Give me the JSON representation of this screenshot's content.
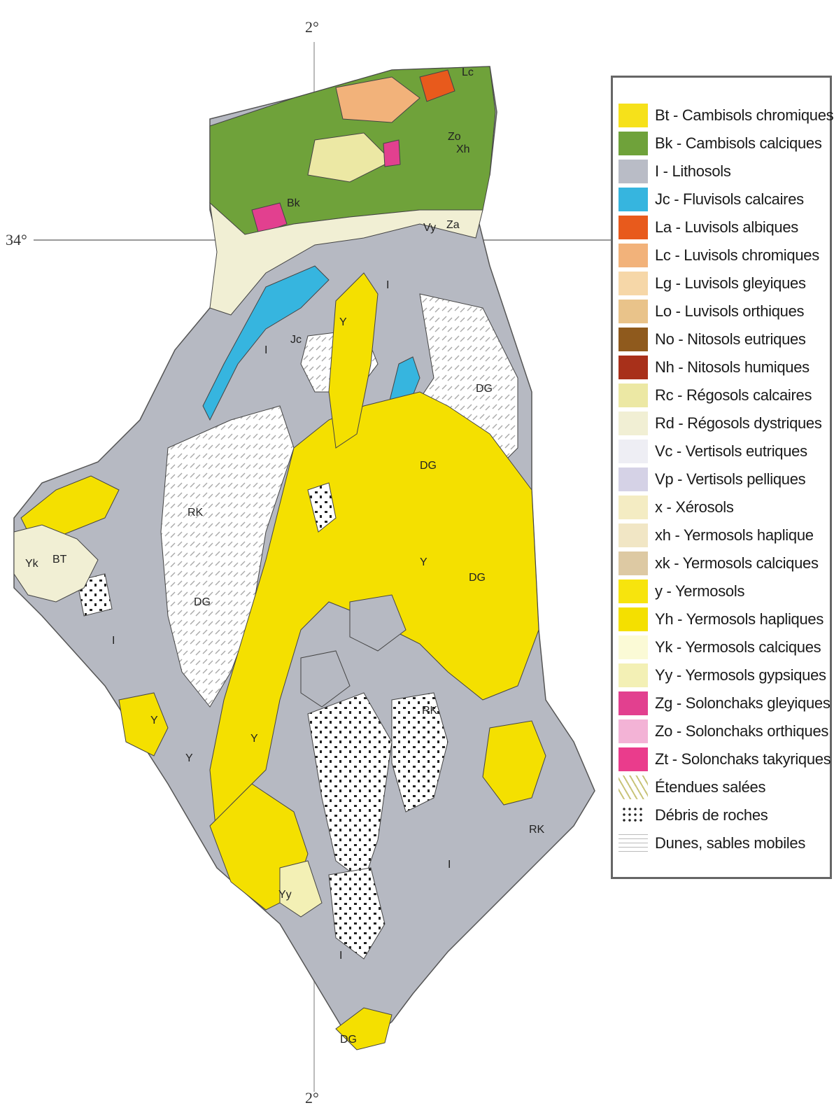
{
  "coordinates": {
    "top_meridian": "2°",
    "bottom_meridian": "2°",
    "parallel": "34°"
  },
  "map_labels": [
    "Y",
    "Y",
    "Y",
    "Y",
    "Y",
    "I",
    "I",
    "I",
    "I",
    "I",
    "DG",
    "DG",
    "DG",
    "DG",
    "Yk",
    "BT",
    "RK",
    "RK",
    "Vy",
    "Yy",
    "Za",
    "Xh",
    "Jc",
    "Bk",
    "Lc",
    "Zo",
    "RK",
    "DG"
  ],
  "legend": {
    "items": [
      {
        "code": "Bt",
        "label": "Bt - Cambisols chromiques",
        "color": "#f6e11a"
      },
      {
        "code": "Bk",
        "label": "Bk - Cambisols calciques",
        "color": "#6fa23a"
      },
      {
        "code": "I",
        "label": "I -    Lithosols",
        "color": "#b9bcc6"
      },
      {
        "code": "Jc",
        "label": "Jc - Fluvisols calcaires",
        "color": "#36b5df"
      },
      {
        "code": "La",
        "label": "La - Luvisols albiques",
        "color": "#e85a1c"
      },
      {
        "code": "Lc",
        "label": "Lc - Luvisols chromiques",
        "color": "#f2b27a"
      },
      {
        "code": "Lg",
        "label": "Lg - Luvisols gleyiques",
        "color": "#f6d7a8"
      },
      {
        "code": "Lo",
        "label": "Lo - Luvisols orthiques",
        "color": "#e9c38a"
      },
      {
        "code": "No",
        "label": "No - Nitosols eutriques",
        "color": "#8f5a1d"
      },
      {
        "code": "Nh",
        "label": "Nh - Nitosols humiques",
        "color": "#a8301a"
      },
      {
        "code": "Rc",
        "label": "Rc - Régosols calcaires",
        "color": "#ece8a4"
      },
      {
        "code": "Rd",
        "label": "Rd - Régosols dystriques",
        "color": "#f1efd4"
      },
      {
        "code": "Vc",
        "label": "Vc - Vertisols eutriques",
        "color": "#eeeef4"
      },
      {
        "code": "Vp",
        "label": "Vp - Vertisols pelliques",
        "color": "#d5d2e6"
      },
      {
        "code": "x",
        "label": "x -   Xérosols",
        "color": "#f4ecc3"
      },
      {
        "code": "xh",
        "label": "xh - Yermosols haplique",
        "color": "#f1e6c5"
      },
      {
        "code": "xk",
        "label": "xk - Yermosols calciques",
        "color": "#ddc9a3"
      },
      {
        "code": "y",
        "label": "y -   Yermosols",
        "color": "#f7e40d"
      },
      {
        "code": "Yh",
        "label": "Yh - Yermosols hapliques",
        "color": "#f4e000"
      },
      {
        "code": "Yk",
        "label": "Yk - Yermosols calciques",
        "color": "#fbfad6"
      },
      {
        "code": "Yy",
        "label": "Yy - Yermosols gypsiques",
        "color": "#f3f0b5"
      },
      {
        "code": "Zg",
        "label": "Zg - Solonchaks gleyiques",
        "color": "#e2408f"
      },
      {
        "code": "Zo",
        "label": "Zo - Solonchaks orthiques",
        "color": "#f3b3d6"
      },
      {
        "code": "Zt",
        "label": "Zt - Solonchaks takyriques",
        "color": "#ea3c8c"
      },
      {
        "code": "salt",
        "label": "Étendues salées",
        "color": "pattern-salt"
      },
      {
        "code": "rock",
        "label": "Débris de roches",
        "color": "pattern-rock"
      },
      {
        "code": "dune",
        "label": "Dunes, sables mobiles",
        "color": "pattern-dune"
      }
    ]
  }
}
